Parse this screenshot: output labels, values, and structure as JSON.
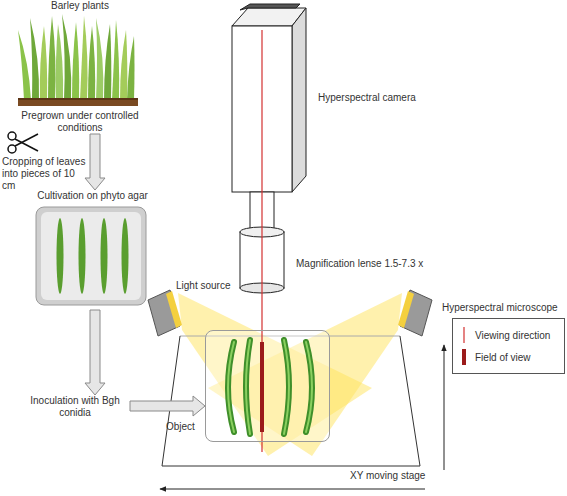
{
  "diagram": {
    "nodes": [
      {
        "text": [
          "Barley plants",
          "Pregrown under controlled conditions"
        ]
      },
      {
        "text": [
          "Cultivation on phyto agar"
        ]
      },
      {
        "text": [
          "Inoculation with Bgh conidia"
        ]
      },
      {
        "text": [
          "Object"
        ]
      }
    ],
    "edges": [
      {
        "from": 0,
        "to": 1,
        "arrow": "to",
        "label": "Cropping of leaves into pieces of 10 cm"
      },
      {
        "from": 1,
        "to": 2,
        "arrow": "to"
      },
      {
        "from": 2,
        "to": 3,
        "arrow": "to"
      }
    ],
    "labels": [
      "Hyperspectral camera",
      "Magnification lense 1.5-7.3 x",
      "Light source",
      "Hyperspectral microscope",
      "XY moving stage"
    ],
    "legend": [
      {
        "text": "Viewing direction"
      },
      {
        "text": "Field of view"
      }
    ]
  }
}
